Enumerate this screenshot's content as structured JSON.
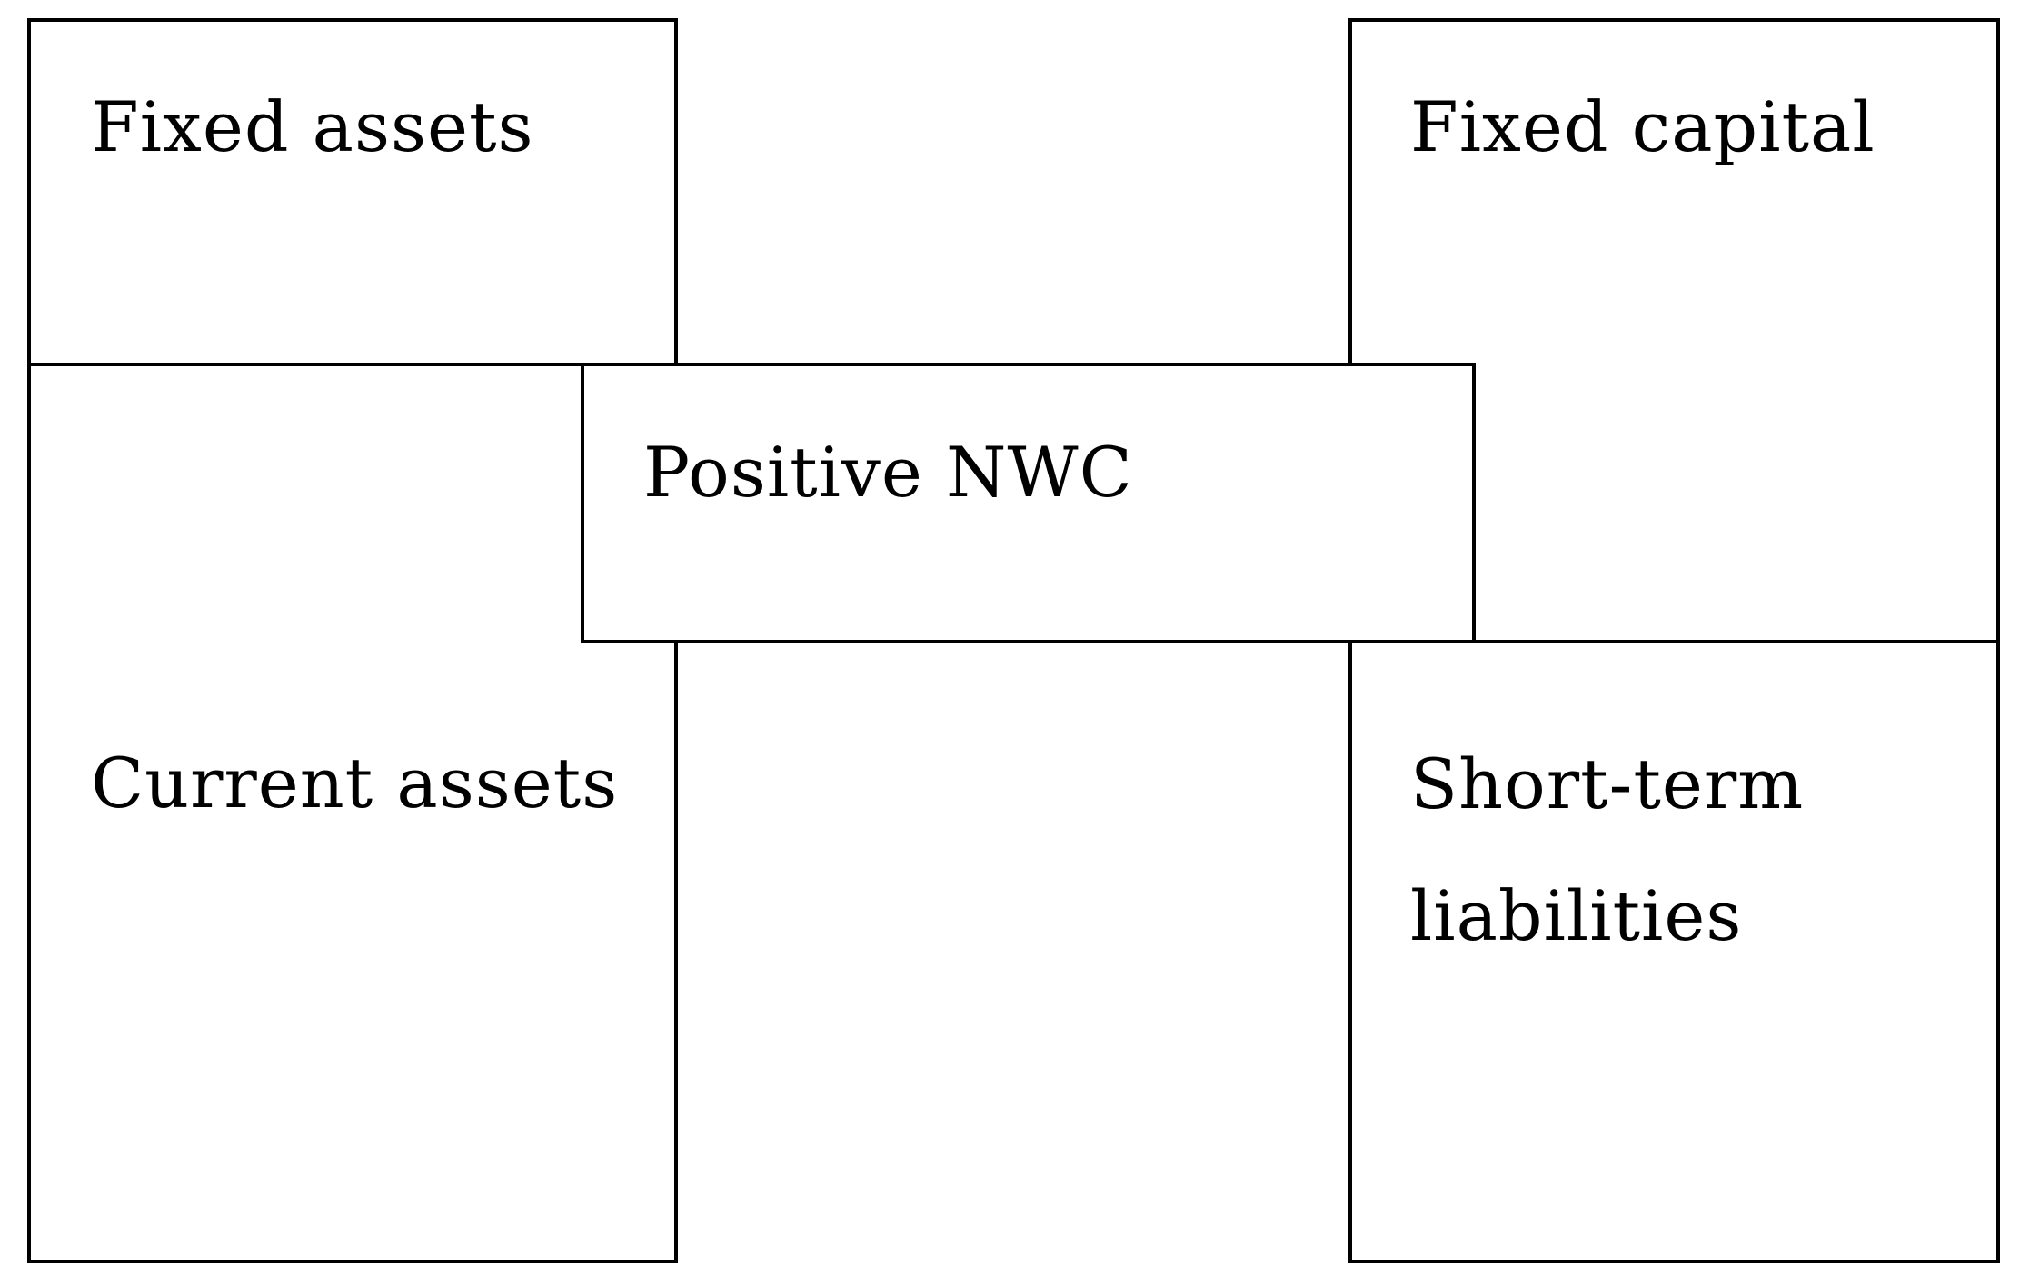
{
  "diagram": {
    "fixed_assets": "Fixed assets",
    "current_assets": "Current assets",
    "fixed_capital": "Fixed capital",
    "short_term_liabilities": "Short-term liabilities",
    "positive_nwc": "Positive NWC"
  },
  "colors": {
    "stroke": "#000000",
    "background": "#ffffff"
  }
}
